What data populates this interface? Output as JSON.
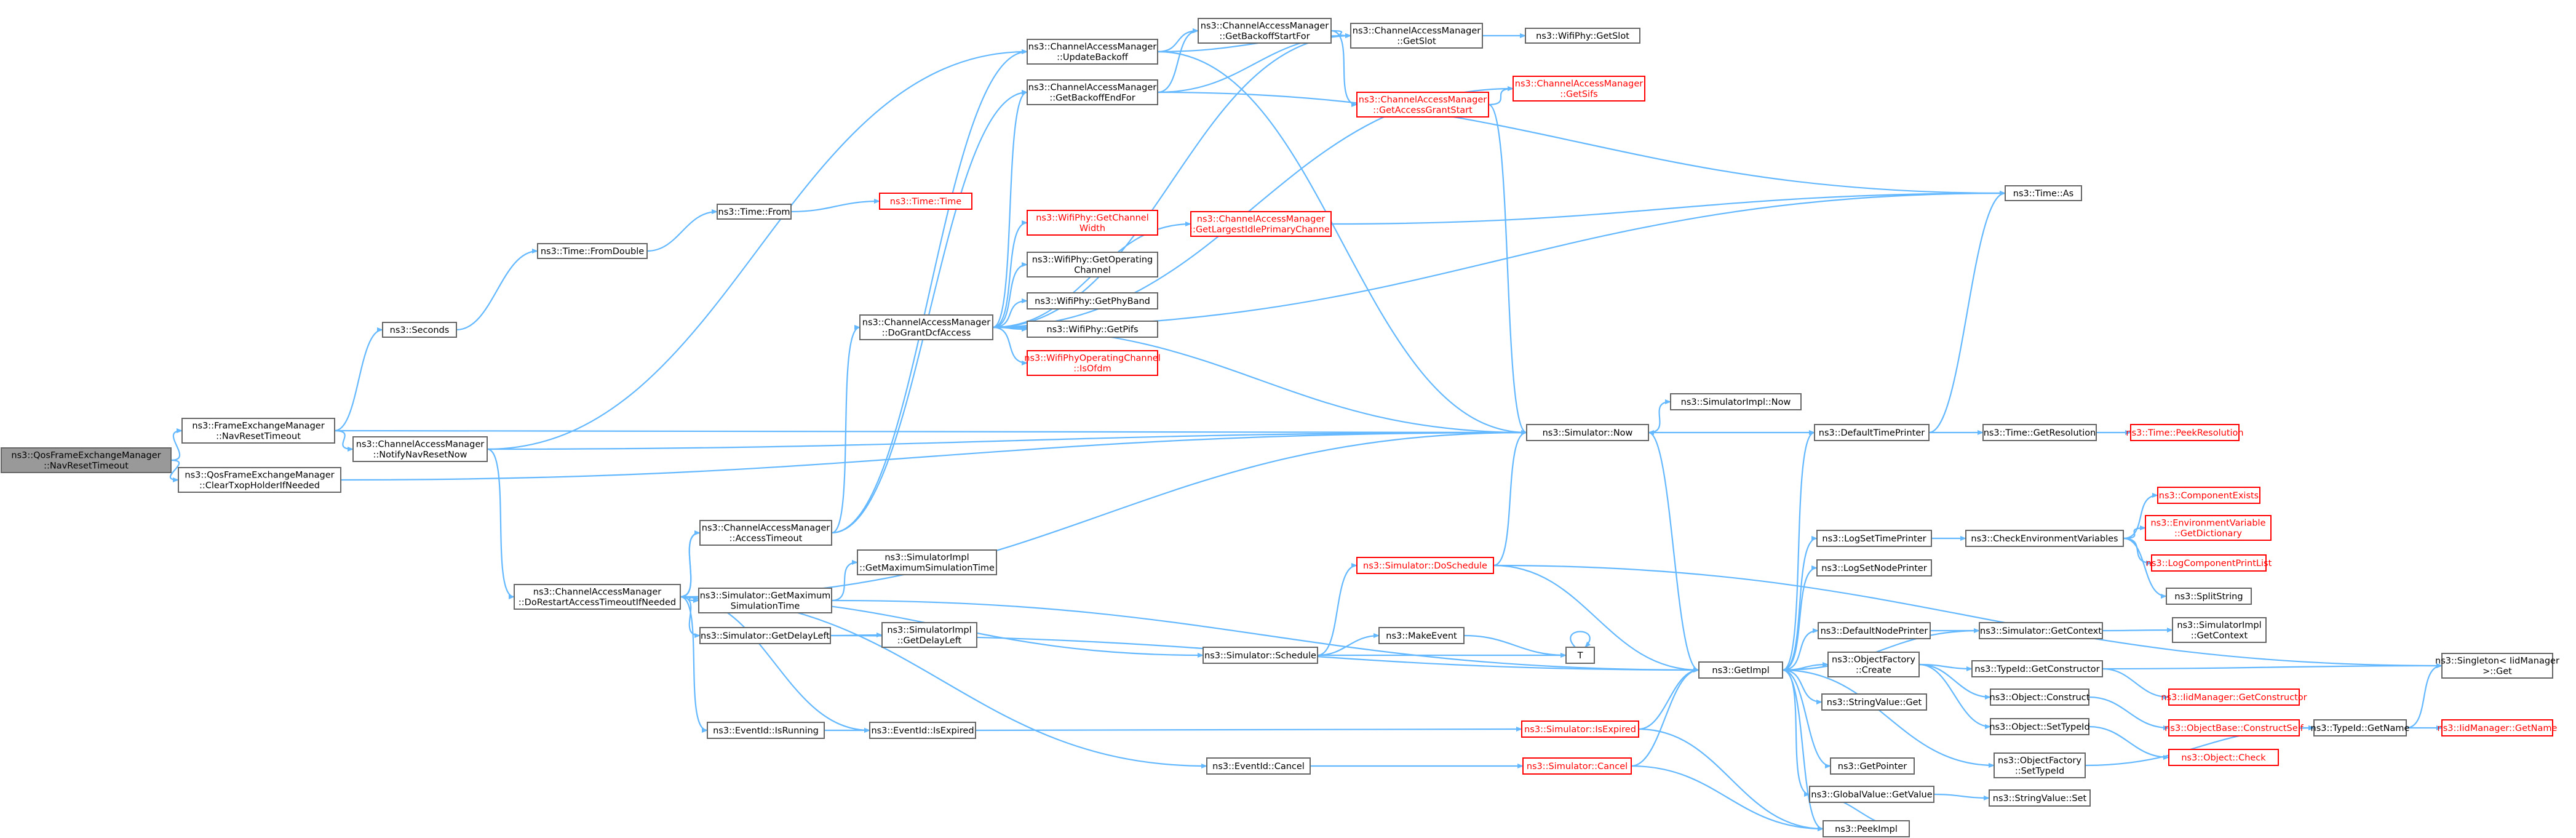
{
  "colors": {
    "normal_border": "#666666",
    "red_border": "#ff0000",
    "root_fill": "#999999",
    "node_fill": "#ffffff",
    "edge": "#63b8ff",
    "text": "#000000",
    "red_text": "#ff0000"
  },
  "nodes": [
    {
      "id": "root",
      "lines": [
        "ns3::QosFrameExchangeManager",
        "::NavResetTimeout"
      ],
      "style": "root"
    },
    {
      "id": "fem_navreset",
      "lines": [
        "ns3::FrameExchangeManager",
        "::NavResetTimeout"
      ],
      "style": "normal"
    },
    {
      "id": "qfem_cleartxop",
      "lines": [
        "ns3::QosFrameExchangeManager",
        "::ClearTxopHolderIfNeeded"
      ],
      "style": "normal"
    },
    {
      "id": "seconds",
      "lines": [
        "ns3::Seconds"
      ],
      "style": "normal"
    },
    {
      "id": "fromdouble",
      "lines": [
        "ns3::Time::FromDouble"
      ],
      "style": "normal"
    },
    {
      "id": "from",
      "lines": [
        "ns3::Time::From"
      ],
      "style": "normal"
    },
    {
      "id": "time_ctor",
      "lines": [
        "ns3::Time::Time"
      ],
      "style": "red"
    },
    {
      "id": "cam_notify",
      "lines": [
        "ns3::ChannelAccessManager",
        "::NotifyNavResetNow"
      ],
      "style": "normal"
    },
    {
      "id": "cam_doreset",
      "lines": [
        "ns3::ChannelAccessManager",
        "::DoRestartAccessTimeoutIfNeeded"
      ],
      "style": "normal"
    },
    {
      "id": "cam_accesstimeout",
      "lines": [
        "ns3::ChannelAccessManager",
        "::AccessTimeout"
      ],
      "style": "normal"
    },
    {
      "id": "sim_getmax",
      "lines": [
        "ns3::Simulator::GetMaximum",
        "SimulationTime"
      ],
      "style": "normal"
    },
    {
      "id": "sim_getdelay",
      "lines": [
        "ns3::Simulator::GetDelayLeft"
      ],
      "style": "normal"
    },
    {
      "id": "ev_isrunning",
      "lines": [
        "ns3::EventId::IsRunning"
      ],
      "style": "normal"
    },
    {
      "id": "ev_isexpired",
      "lines": [
        "ns3::EventId::IsExpired"
      ],
      "style": "normal"
    },
    {
      "id": "simimpl_getmax",
      "lines": [
        "ns3::SimulatorImpl",
        "::GetMaximumSimulationTime"
      ],
      "style": "normal"
    },
    {
      "id": "simimpl_getdelay",
      "lines": [
        "ns3::SimulatorImpl",
        "::GetDelayLeft"
      ],
      "style": "normal"
    },
    {
      "id": "cam_updatebackoff",
      "lines": [
        "ns3::ChannelAccessManager",
        "::UpdateBackoff"
      ],
      "style": "normal"
    },
    {
      "id": "cam_getbackoffend",
      "lines": [
        "ns3::ChannelAccessManager",
        "::GetBackoffEndFor"
      ],
      "style": "normal"
    },
    {
      "id": "cam_dogrant",
      "lines": [
        "ns3::ChannelAccessManager",
        "::DoGrantDcfAccess"
      ],
      "style": "normal"
    },
    {
      "id": "cam_getbackoffstart",
      "lines": [
        "ns3::ChannelAccessManager",
        "::GetBackoffStartFor"
      ],
      "style": "normal"
    },
    {
      "id": "cam_getslot",
      "lines": [
        "ns3::ChannelAccessManager",
        "::GetSlot"
      ],
      "style": "normal"
    },
    {
      "id": "wifiphy_getslot",
      "lines": [
        "ns3::WifiPhy::GetSlot"
      ],
      "style": "normal"
    },
    {
      "id": "cam_getaccessgrant",
      "lines": [
        "ns3::ChannelAccessManager",
        "::GetAccessGrantStart"
      ],
      "style": "red"
    },
    {
      "id": "cam_getsifs",
      "lines": [
        "ns3::ChannelAccessManager",
        "::GetSifs"
      ],
      "style": "red"
    },
    {
      "id": "wifiphy_getchwidth",
      "lines": [
        "ns3::WifiPhy::GetChannel",
        "Width"
      ],
      "style": "red"
    },
    {
      "id": "wifiphy_getopch",
      "lines": [
        "ns3::WifiPhy::GetOperating",
        "Channel"
      ],
      "style": "normal"
    },
    {
      "id": "wifiphy_getphyband",
      "lines": [
        "ns3::WifiPhy::GetPhyBand"
      ],
      "style": "normal"
    },
    {
      "id": "wifiphy_getpifs",
      "lines": [
        "ns3::WifiPhy::GetPifs"
      ],
      "style": "normal"
    },
    {
      "id": "wifiphy_isofdm",
      "lines": [
        "ns3::WifiPhyOperatingChannel",
        "::IsOfdm"
      ],
      "style": "red"
    },
    {
      "id": "cam_getlargest",
      "lines": [
        "ns3::ChannelAccessManager",
        "::GetLargestIdlePrimaryChannel"
      ],
      "style": "red"
    },
    {
      "id": "time_as",
      "lines": [
        "ns3::Time::As"
      ],
      "style": "normal"
    },
    {
      "id": "sim_now",
      "lines": [
        "ns3::Simulator::Now"
      ],
      "style": "normal"
    },
    {
      "id": "simimpl_now",
      "lines": [
        "ns3::SimulatorImpl::Now"
      ],
      "style": "normal"
    },
    {
      "id": "default_time_printer",
      "lines": [
        "ns3::DefaultTimePrinter"
      ],
      "style": "normal"
    },
    {
      "id": "time_getres",
      "lines": [
        "ns3::Time::GetResolution"
      ],
      "style": "normal"
    },
    {
      "id": "time_peekres",
      "lines": [
        "ns3::Time::PeekResolution"
      ],
      "style": "red"
    },
    {
      "id": "sim_doschedule",
      "lines": [
        "ns3::Simulator::DoSchedule"
      ],
      "style": "red"
    },
    {
      "id": "sim_schedule",
      "lines": [
        "ns3::Simulator::Schedule"
      ],
      "style": "normal"
    },
    {
      "id": "makeevent",
      "lines": [
        "ns3::MakeEvent"
      ],
      "style": "normal"
    },
    {
      "id": "t_node",
      "lines": [
        "T"
      ],
      "style": "normal"
    },
    {
      "id": "getimpl",
      "lines": [
        "ns3::GetImpl"
      ],
      "style": "normal"
    },
    {
      "id": "sim_isexpired",
      "lines": [
        "ns3::Simulator::IsExpired"
      ],
      "style": "red"
    },
    {
      "id": "ev_cancel",
      "lines": [
        "ns3::EventId::Cancel"
      ],
      "style": "normal"
    },
    {
      "id": "sim_cancel",
      "lines": [
        "ns3::Simulator::Cancel"
      ],
      "style": "red"
    },
    {
      "id": "log_settimeprinter",
      "lines": [
        "ns3::LogSetTimePrinter"
      ],
      "style": "normal"
    },
    {
      "id": "log_setnodeprinter",
      "lines": [
        "ns3::LogSetNodePrinter"
      ],
      "style": "normal"
    },
    {
      "id": "default_node_printer",
      "lines": [
        "ns3::DefaultNodePrinter"
      ],
      "style": "normal"
    },
    {
      "id": "objfactory_create",
      "lines": [
        "ns3::ObjectFactory",
        "::Create"
      ],
      "style": "normal"
    },
    {
      "id": "stringvalue_get",
      "lines": [
        "ns3::StringValue::Get"
      ],
      "style": "normal"
    },
    {
      "id": "getpointer",
      "lines": [
        "ns3::GetPointer"
      ],
      "style": "normal"
    },
    {
      "id": "globalvalue_getvalue",
      "lines": [
        "ns3::GlobalValue::GetValue"
      ],
      "style": "normal"
    },
    {
      "id": "peekimpl",
      "lines": [
        "ns3::PeekImpl"
      ],
      "style": "normal"
    },
    {
      "id": "check_env",
      "lines": [
        "ns3::CheckEnvironmentVariables"
      ],
      "style": "normal"
    },
    {
      "id": "component_exists",
      "lines": [
        "ns3::ComponentExists"
      ],
      "style": "red"
    },
    {
      "id": "env_getdict",
      "lines": [
        "ns3::EnvironmentVariable",
        "::GetDictionary"
      ],
      "style": "red"
    },
    {
      "id": "log_printlist",
      "lines": [
        "ns3::LogComponentPrintList"
      ],
      "style": "red"
    },
    {
      "id": "splitstring",
      "lines": [
        "ns3::SplitString"
      ],
      "style": "normal"
    },
    {
      "id": "sim_getcontext",
      "lines": [
        "ns3::Simulator::GetContext"
      ],
      "style": "normal"
    },
    {
      "id": "simimpl_getcontext",
      "lines": [
        "ns3::SimulatorImpl",
        "::GetContext"
      ],
      "style": "normal"
    },
    {
      "id": "typeid_getctor",
      "lines": [
        "ns3::TypeId::GetConstructor"
      ],
      "style": "normal"
    },
    {
      "id": "obj_construct",
      "lines": [
        "ns3::Object::Construct"
      ],
      "style": "normal"
    },
    {
      "id": "obj_settypeid",
      "lines": [
        "ns3::Object::SetTypeId"
      ],
      "style": "normal"
    },
    {
      "id": "objfactory_settypeid",
      "lines": [
        "ns3::ObjectFactory",
        "::SetTypeId"
      ],
      "style": "normal"
    },
    {
      "id": "stringvalue_set",
      "lines": [
        "ns3::StringValue::Set"
      ],
      "style": "normal"
    },
    {
      "id": "idmanager_getctor",
      "lines": [
        "ns3::IidManager::GetConstructor"
      ],
      "style": "red"
    },
    {
      "id": "objbase_constructself",
      "lines": [
        "ns3::ObjectBase::ConstructSelf"
      ],
      "style": "red"
    },
    {
      "id": "obj_check",
      "lines": [
        "ns3::Object::Check"
      ],
      "style": "red"
    },
    {
      "id": "typeid_getname",
      "lines": [
        "ns3::TypeId::GetName"
      ],
      "style": "normal"
    },
    {
      "id": "idmanager_getname",
      "lines": [
        "ns3::IidManager::GetName"
      ],
      "style": "red"
    },
    {
      "id": "singleton_get",
      "lines": [
        "ns3::Singleton< IidManager",
        ">::Get"
      ],
      "style": "normal"
    }
  ],
  "edges": [
    [
      "root",
      "fem_navreset"
    ],
    [
      "root",
      "qfem_cleartxop"
    ],
    [
      "fem_navreset",
      "seconds"
    ],
    [
      "fem_navreset",
      "cam_notify"
    ],
    [
      "fem_navreset",
      "sim_now"
    ],
    [
      "qfem_cleartxop",
      "sim_now"
    ],
    [
      "seconds",
      "fromdouble"
    ],
    [
      "fromdouble",
      "from"
    ],
    [
      "from",
      "time_ctor"
    ],
    [
      "cam_notify",
      "cam_doreset"
    ],
    [
      "cam_notify",
      "cam_updatebackoff"
    ],
    [
      "cam_notify",
      "sim_now"
    ],
    [
      "cam_doreset",
      "cam_accesstimeout"
    ],
    [
      "cam_doreset",
      "sim_getmax"
    ],
    [
      "cam_doreset",
      "sim_getdelay"
    ],
    [
      "cam_doreset",
      "ev_isrunning"
    ],
    [
      "cam_doreset",
      "ev_isexpired"
    ],
    [
      "cam_doreset",
      "sim_schedule"
    ],
    [
      "cam_doreset",
      "ev_cancel"
    ],
    [
      "cam_doreset",
      "sim_now"
    ],
    [
      "cam_accesstimeout",
      "cam_doreset"
    ],
    [
      "cam_accesstimeout",
      "cam_dogrant"
    ],
    [
      "cam_accesstimeout",
      "cam_updatebackoff"
    ],
    [
      "cam_accesstimeout",
      "cam_getbackoffend"
    ],
    [
      "sim_getmax",
      "simimpl_getmax"
    ],
    [
      "sim_getmax",
      "getimpl"
    ],
    [
      "sim_getdelay",
      "simimpl_getdelay"
    ],
    [
      "sim_getdelay",
      "getimpl"
    ],
    [
      "ev_isrunning",
      "ev_isexpired"
    ],
    [
      "ev_isexpired",
      "sim_isexpired"
    ],
    [
      "cam_updatebackoff",
      "cam_getbackoffstart"
    ],
    [
      "cam_updatebackoff",
      "cam_getslot"
    ],
    [
      "cam_updatebackoff",
      "sim_now"
    ],
    [
      "cam_getbackoffend",
      "cam_getbackoffstart"
    ],
    [
      "cam_getbackoffend",
      "cam_getslot"
    ],
    [
      "cam_getbackoffend",
      "time_as"
    ],
    [
      "cam_dogrant",
      "cam_getbackoffend"
    ],
    [
      "cam_dogrant",
      "wifiphy_getchwidth"
    ],
    [
      "cam_dogrant",
      "wifiphy_getopch"
    ],
    [
      "cam_dogrant",
      "wifiphy_getphyband"
    ],
    [
      "cam_dogrant",
      "wifiphy_getpifs"
    ],
    [
      "cam_dogrant",
      "wifiphy_isofdm"
    ],
    [
      "cam_dogrant",
      "cam_getlargest"
    ],
    [
      "cam_dogrant",
      "sim_now"
    ],
    [
      "cam_dogrant",
      "cam_getsifs"
    ],
    [
      "cam_dogrant",
      "cam_getslot"
    ],
    [
      "cam_dogrant",
      "time_as"
    ],
    [
      "cam_getbackoffstart",
      "cam_getslot"
    ],
    [
      "cam_getbackoffstart",
      "cam_getaccessgrant"
    ],
    [
      "cam_getslot",
      "wifiphy_getslot"
    ],
    [
      "cam_getaccessgrant",
      "cam_getsifs"
    ],
    [
      "cam_getaccessgrant",
      "sim_now"
    ],
    [
      "cam_getlargest",
      "time_as"
    ],
    [
      "sim_now",
      "simimpl_now"
    ],
    [
      "sim_now",
      "getimpl"
    ],
    [
      "default_time_printer",
      "sim_now"
    ],
    [
      "default_time_printer",
      "time_getres"
    ],
    [
      "default_time_printer",
      "time_as"
    ],
    [
      "time_getres",
      "time_peekres"
    ],
    [
      "sim_schedule",
      "sim_doschedule"
    ],
    [
      "sim_schedule",
      "makeevent"
    ],
    [
      "sim_schedule",
      "t_node"
    ],
    [
      "sim_doschedule",
      "sim_now"
    ],
    [
      "sim_doschedule",
      "getimpl"
    ],
    [
      "sim_doschedule",
      "singleton_get"
    ],
    [
      "makeevent",
      "t_node"
    ],
    [
      "t_node",
      "t_node"
    ],
    [
      "sim_isexpired",
      "getimpl"
    ],
    [
      "sim_isexpired",
      "peekimpl"
    ],
    [
      "ev_cancel",
      "sim_cancel"
    ],
    [
      "sim_cancel",
      "getimpl"
    ],
    [
      "sim_cancel",
      "peekimpl"
    ],
    [
      "getimpl",
      "default_time_printer"
    ],
    [
      "getimpl",
      "log_settimeprinter"
    ],
    [
      "getimpl",
      "log_setnodeprinter"
    ],
    [
      "getimpl",
      "default_node_printer"
    ],
    [
      "getimpl",
      "objfactory_create"
    ],
    [
      "getimpl",
      "stringvalue_get"
    ],
    [
      "getimpl",
      "getpointer"
    ],
    [
      "getimpl",
      "globalvalue_getvalue"
    ],
    [
      "getimpl",
      "peekimpl"
    ],
    [
      "getimpl",
      "objfactory_settypeid"
    ],
    [
      "log_settimeprinter",
      "check_env"
    ],
    [
      "check_env",
      "component_exists"
    ],
    [
      "check_env",
      "env_getdict"
    ],
    [
      "check_env",
      "log_printlist"
    ],
    [
      "check_env",
      "splitstring"
    ],
    [
      "default_node_printer",
      "sim_getcontext"
    ],
    [
      "sim_getcontext",
      "simimpl_getcontext"
    ],
    [
      "sim_getcontext",
      "getimpl"
    ],
    [
      "objfactory_create",
      "typeid_getctor"
    ],
    [
      "objfactory_create",
      "obj_construct"
    ],
    [
      "objfactory_create",
      "obj_settypeid"
    ],
    [
      "typeid_getctor",
      "idmanager_getctor"
    ],
    [
      "typeid_getctor",
      "singleton_get"
    ],
    [
      "obj_construct",
      "objbase_constructself"
    ],
    [
      "obj_settypeid",
      "obj_check"
    ],
    [
      "objbase_constructself",
      "typeid_getname"
    ],
    [
      "typeid_getname",
      "idmanager_getname"
    ],
    [
      "typeid_getname",
      "singleton_get"
    ],
    [
      "objfactory_settypeid",
      "typeid_getname"
    ],
    [
      "globalvalue_getvalue",
      "stringvalue_set"
    ],
    [
      "globalvalue_getvalue",
      "peekimpl"
    ]
  ]
}
